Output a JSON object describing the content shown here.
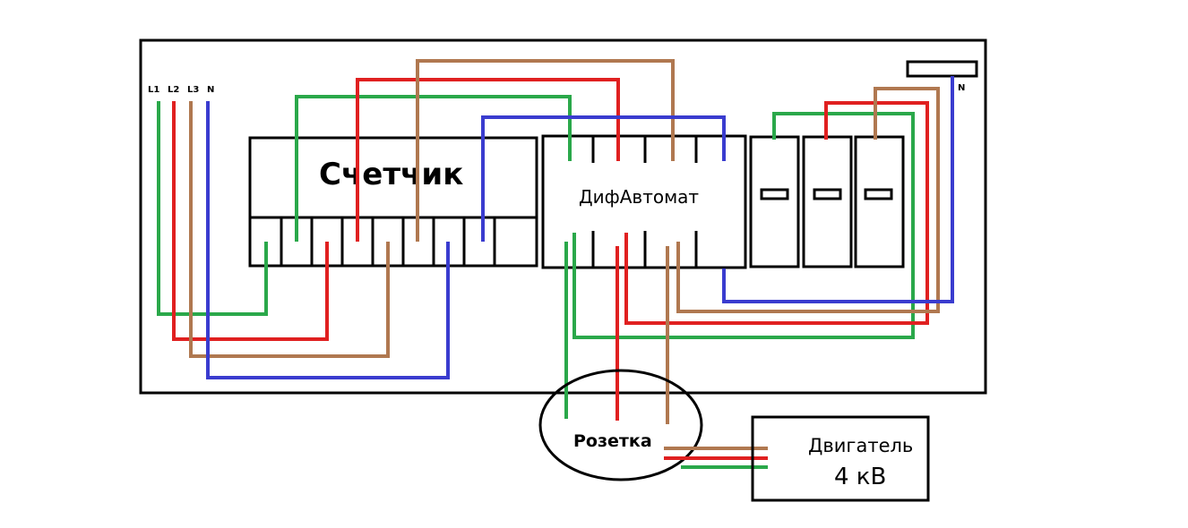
{
  "diagram": {
    "inputs": {
      "l1": "L1",
      "l2": "L2",
      "l3": "L3",
      "n": "N"
    },
    "meter_label": "Счетчик",
    "rcd_label": "ДифАвтомат",
    "neutral_bus_label": "N",
    "socket_label": "Розетка",
    "motor_label": "Двигатель",
    "motor_power": "4 кВ",
    "colors": {
      "l1": "#2aa84a",
      "l2": "#e02020",
      "l3": "#b07850",
      "n": "#3a3ccf",
      "outline": "#000000"
    }
  }
}
